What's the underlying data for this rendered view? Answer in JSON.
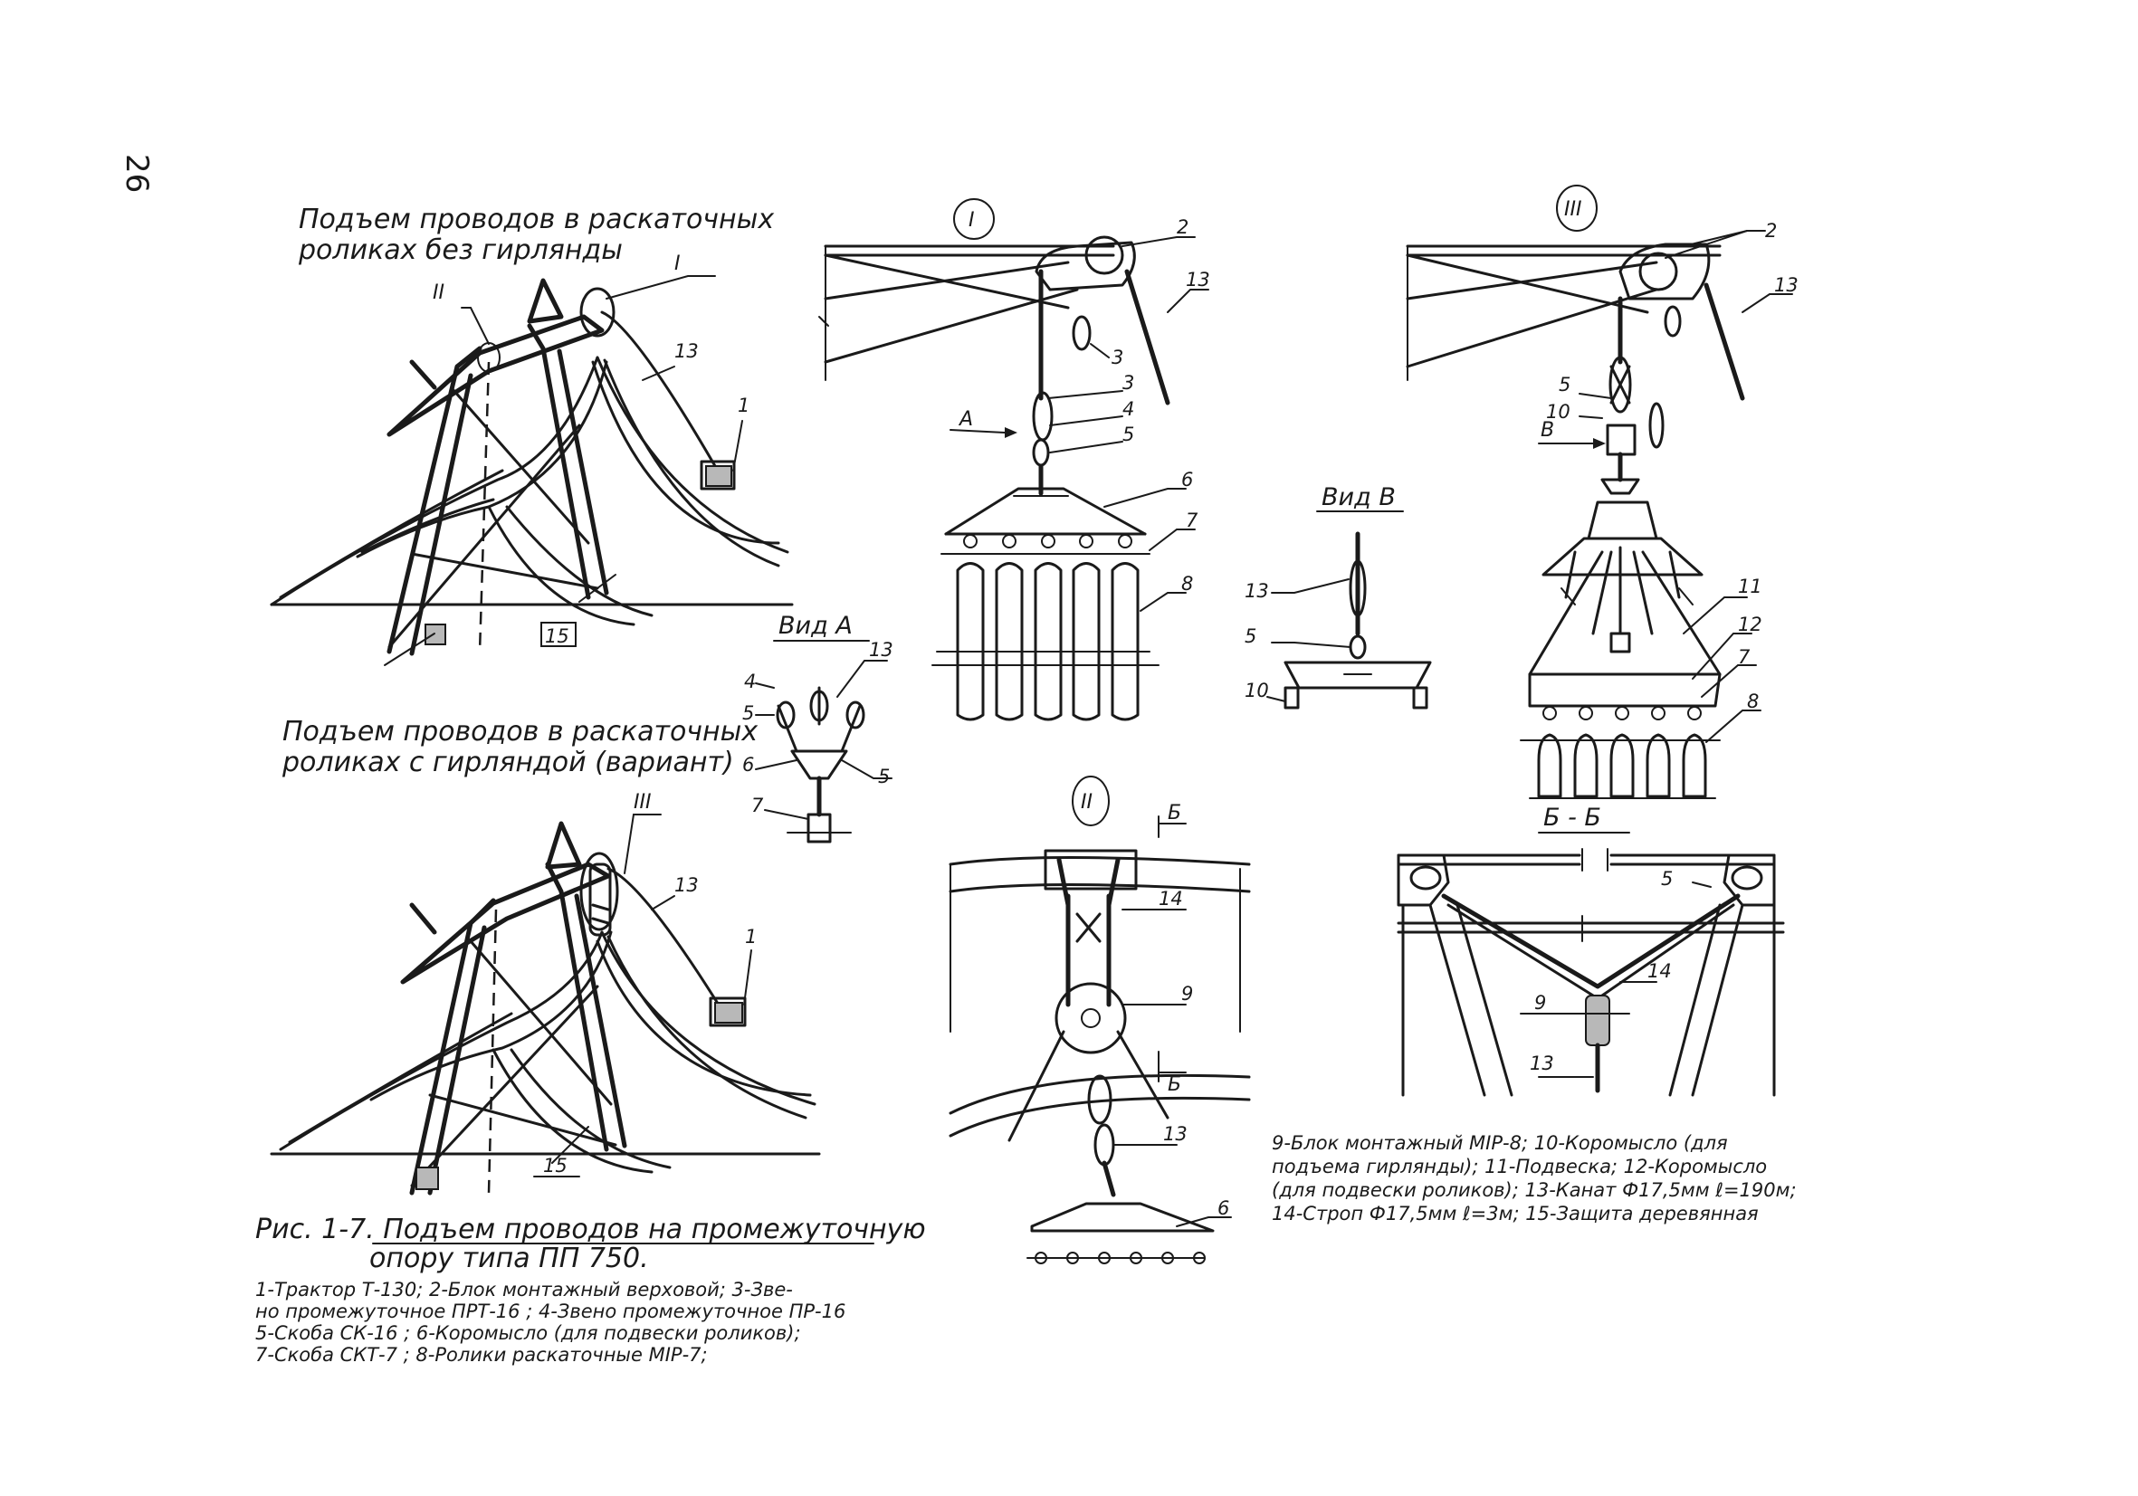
{
  "page_number": "26",
  "titles": {
    "without_garland_1": "Подъем проводов в раскаточных",
    "without_garland_2": "роликах без гирлянды",
    "with_garland_1": "Подъем проводов в раскаточных",
    "with_garland_2": "роликах с гирляндой (вариант)"
  },
  "views": {
    "view_a": "Вид А",
    "view_b": "Вид В",
    "section_bb": "Б - Б"
  },
  "markers": {
    "I": "I",
    "II": "II",
    "III": "III",
    "A": "А",
    "B": "В",
    "Bsec": "Б"
  },
  "callouts": {
    "n1": "1",
    "n2": "2",
    "n3": "3",
    "n4": "4",
    "n5": "5",
    "n6": "6",
    "n7": "7",
    "n8": "8",
    "n9": "9",
    "n10": "10",
    "n11": "11",
    "n12": "12",
    "n13": "13",
    "n14": "14",
    "n15": "15"
  },
  "caption": {
    "line1": "Рис. 1-7.  Подъем проводов на промежуточную",
    "line2": "опору типа  ПП 750."
  },
  "legend_left": [
    "1-Трактор Т-130; 2-Блок монтажный верховой; 3-Зве-",
    "но промежуточное ПРТ-16  ; 4-Звено промежуточное ПР-16",
    "5-Скоба СК-16 ; 6-Коромысло (для подвески роликов);",
    "7-Скоба СКТ-7 ; 8-Ролики раскаточные  МIР-7;"
  ],
  "legend_right": [
    "9-Блок монтажный МIР-8; 10-Коромысло (для",
    "подъема гирлянды); 11-Подвеска; 12-Коромысло",
    "(для подвески роликов); 13-Канат Ф17,5мм ℓ=190м;",
    "14-Строп Ф17,5мм ℓ=3м; 15-Защита деревянная"
  ]
}
